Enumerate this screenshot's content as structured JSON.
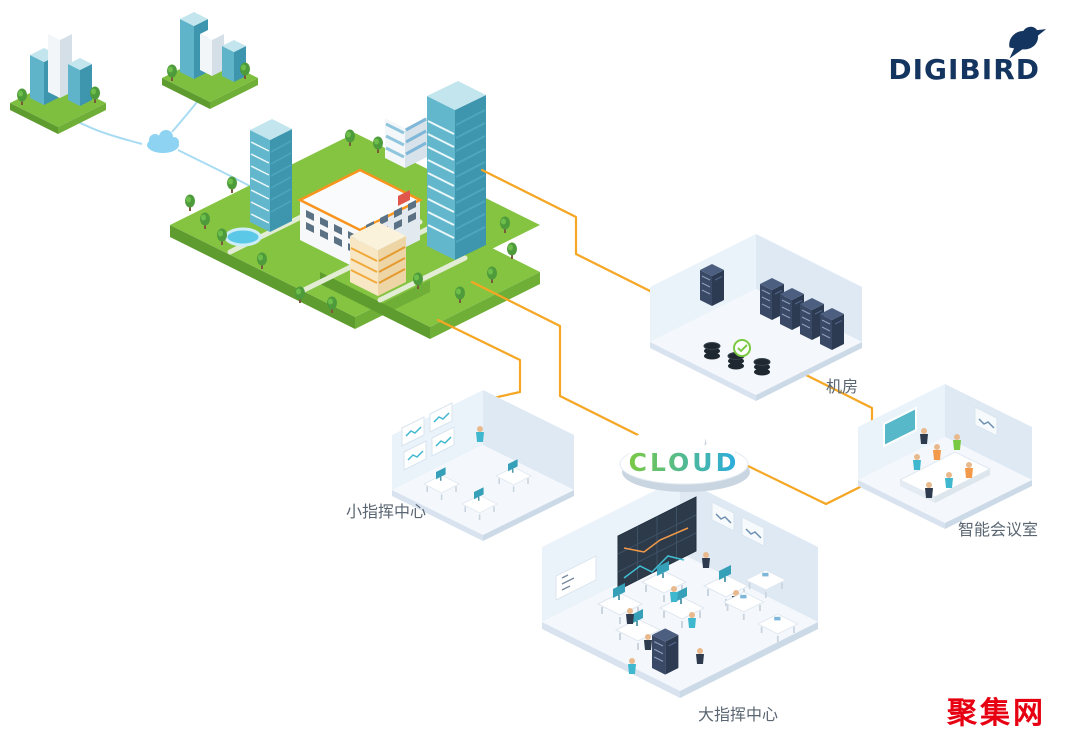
{
  "logo": {
    "text": "DIGIBIRD"
  },
  "cloud": {
    "label": "CLOUD"
  },
  "labels": {
    "server_room": "机房",
    "small_command_center": "小指挥中心",
    "smart_meeting_room": "智能会议室",
    "large_command_center": "大指挥中心"
  },
  "watermark": {
    "text": "聚集网"
  },
  "diagram": {
    "type": "isometric-solution-diagram",
    "nodes": [
      "remote-city-left",
      "remote-city-right",
      "city-campus",
      "server-room",
      "cloud",
      "small-command-center",
      "smart-meeting-room",
      "large-command-center"
    ],
    "connections": [
      [
        "remote-city-left",
        "link-cloud"
      ],
      [
        "remote-city-right",
        "link-cloud"
      ],
      [
        "link-cloud",
        "city-campus"
      ],
      [
        "city-campus",
        "server-room"
      ],
      [
        "city-campus",
        "cloud"
      ],
      [
        "city-campus",
        "small-command-center"
      ],
      [
        "cloud",
        "large-command-center"
      ],
      [
        "cloud",
        "smart-meeting-room"
      ],
      [
        "server-room",
        "smart-meeting-room"
      ]
    ]
  },
  "icons": {
    "bird": "bird-icon",
    "remote_link": "cloud-icon",
    "health_check": "check-icon"
  },
  "colors": {
    "connection_line": "#F5A623",
    "remote_link_line": "#A9DCF2",
    "grass_green": "#85C441",
    "building_teal": "#4AA8B8",
    "room_wall": "#EBF3FA",
    "rack_navy": "#3A4A66",
    "brand_navy": "#14355F",
    "watermark_red": "#E60012",
    "cloud_gradient_start": "#7AC943",
    "cloud_gradient_end": "#29ABE2"
  }
}
